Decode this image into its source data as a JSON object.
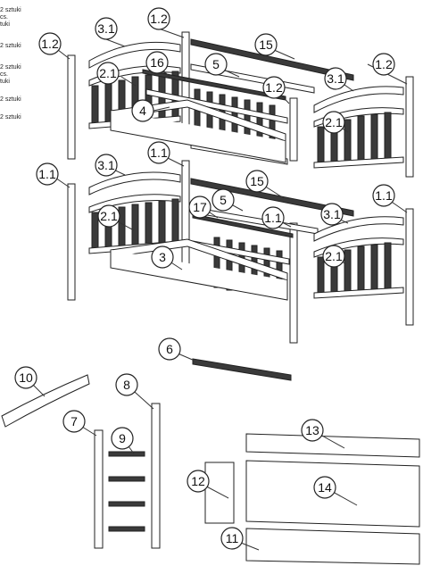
{
  "legend": [
    "2 sztuki",
    "cs.",
    "tuki",
    "2 sztuki",
    "2 sztuki",
    "cs.",
    "tuki",
    "2 sztuki",
    "2 sztuki"
  ],
  "callouts": {
    "c_1_2_left": "1.2",
    "c_3_1_top": "3.1",
    "c_1_2_mid": "1.2",
    "c_15_top": "15",
    "c_16": "16",
    "c_5_top": "5",
    "c_2_1_top": "2.1",
    "c_4": "4",
    "c_1_2_right": "1.2",
    "c_3_1_top_right": "3.1",
    "c_1_2_center": "1.2",
    "c_2_1_top_right": "2.1",
    "c_1_1_left": "1.1",
    "c_3_1_bottom": "3.1",
    "c_1_1_mid": "1.1",
    "c_15_bottom": "15",
    "c_17": "17",
    "c_5_bottom": "5",
    "c_2_1_bottom": "2.1",
    "c_1_1_center": "1.1",
    "c_3_1_bottom_right": "3.1",
    "c_1_1_right": "1.1",
    "c_3": "3",
    "c_2_1_bottom_right": "2.1",
    "c_6": "6",
    "c_10": "10",
    "c_8": "8",
    "c_7": "7",
    "c_9": "9",
    "c_13": "13",
    "c_12": "12",
    "c_14": "14",
    "c_11": "11"
  }
}
